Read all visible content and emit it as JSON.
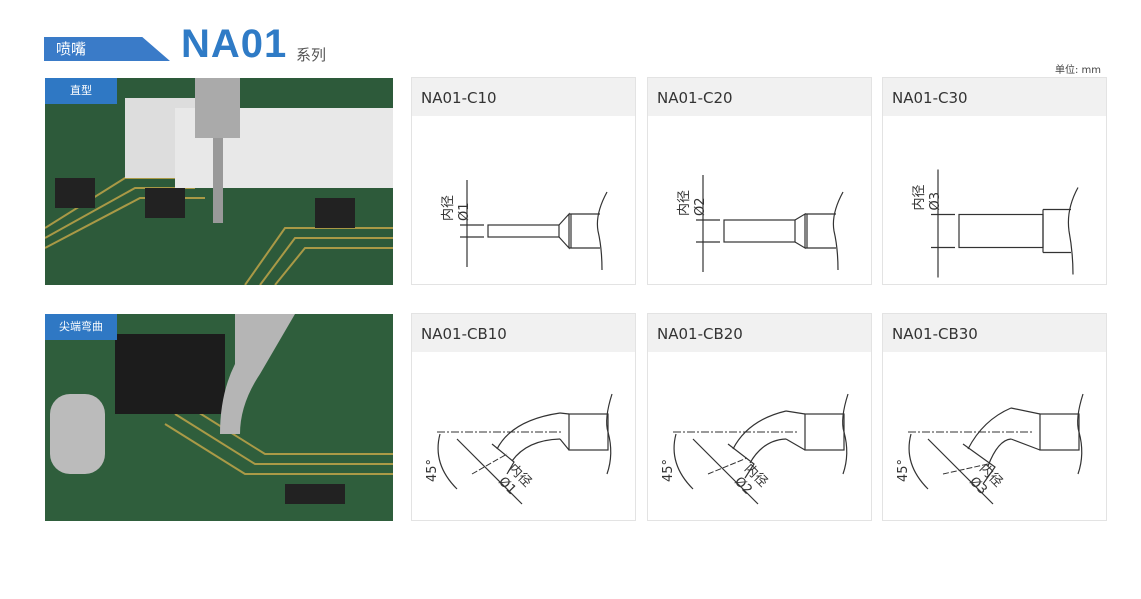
{
  "header": {
    "category": "喷嘴",
    "model": "NA01",
    "series": "系列",
    "unit": "单位: mm"
  },
  "rows": [
    {
      "label": "直型",
      "type": "straight",
      "items": [
        {
          "name": "NA01-C10",
          "dim": "Ø1",
          "inner": "内径"
        },
        {
          "name": "NA01-C20",
          "dim": "Ø2",
          "inner": "内径"
        },
        {
          "name": "NA01-C30",
          "dim": "Ø3",
          "inner": "内径"
        }
      ]
    },
    {
      "label": "尖端弯曲",
      "type": "bent",
      "items": [
        {
          "name": "NA01-CB10",
          "dim": "Ø1",
          "inner": "内径",
          "angle": "45°"
        },
        {
          "name": "NA01-CB20",
          "dim": "Ø2",
          "inner": "内径",
          "angle": "45°"
        },
        {
          "name": "NA01-CB30",
          "dim": "Ø3",
          "inner": "内径",
          "angle": "45°"
        }
      ]
    }
  ],
  "colors": {
    "accent": "#2f7bc6",
    "pcb": "#2f5a3a"
  }
}
